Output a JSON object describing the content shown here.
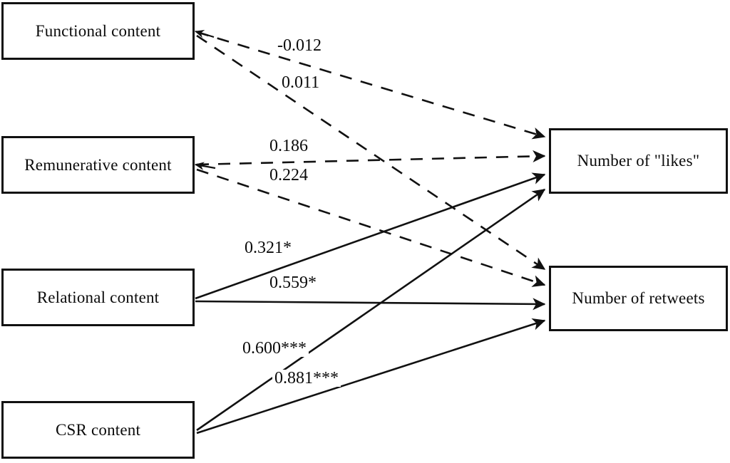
{
  "diagram": {
    "type": "path-diagram",
    "title": "",
    "background_color": "#ffffff",
    "line_color": "#111111",
    "text_color": "#0b0b0b"
  },
  "predictors": [
    {
      "id": "functional",
      "label": "Functional content"
    },
    {
      "id": "remunerative",
      "label": "Remunerative content"
    },
    {
      "id": "relational",
      "label": "Relational content"
    },
    {
      "id": "csr",
      "label": "CSR content"
    }
  ],
  "outcomes": [
    {
      "id": "likes",
      "label": "Number of \"likes\""
    },
    {
      "id": "retweets",
      "label": "Number of retweets"
    }
  ],
  "paths": [
    {
      "from": "functional",
      "to": "likes",
      "coefficient": "-0.012",
      "style": "dashed",
      "significant": false
    },
    {
      "from": "functional",
      "to": "retweets",
      "coefficient": "0.011",
      "style": "dashed",
      "significant": false
    },
    {
      "from": "remunerative",
      "to": "likes",
      "coefficient": "0.186",
      "style": "dashed",
      "significant": false
    },
    {
      "from": "remunerative",
      "to": "retweets",
      "coefficient": "0.224",
      "style": "dashed",
      "significant": false
    },
    {
      "from": "relational",
      "to": "likes",
      "coefficient": "0.321*",
      "style": "solid",
      "significant": true
    },
    {
      "from": "relational",
      "to": "retweets",
      "coefficient": "0.559*",
      "style": "solid",
      "significant": true
    },
    {
      "from": "csr",
      "to": "likes",
      "coefficient": "0.600***",
      "style": "solid",
      "significant": true
    },
    {
      "from": "csr",
      "to": "retweets",
      "coefficient": "0.881***",
      "style": "solid",
      "significant": true
    }
  ],
  "labels": {
    "functional_likes": "-0.012",
    "functional_retweets": "0.011",
    "remunerative_likes": "0.186",
    "remunerative_retweets": "0.224",
    "relational_likes": "0.321*",
    "relational_retweets": "0.559*",
    "csr_likes": "0.600***",
    "csr_retweets": "0.881***"
  }
}
